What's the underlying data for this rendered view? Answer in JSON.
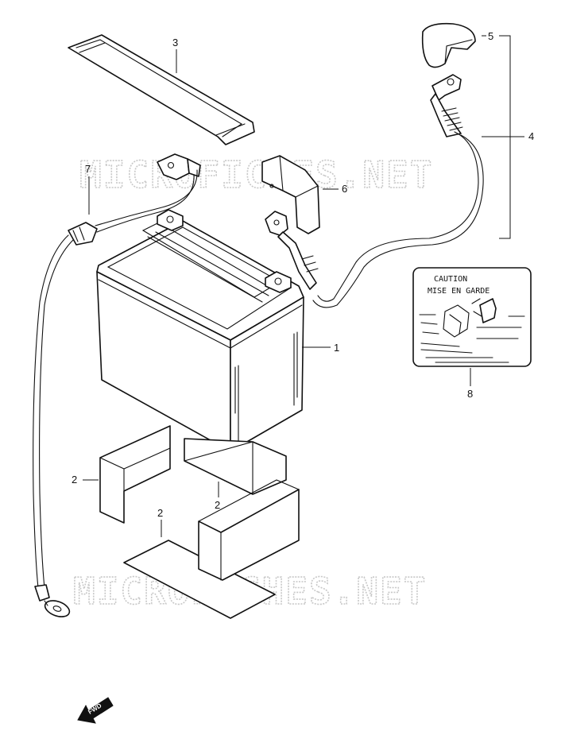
{
  "watermark": "MICROFICHES.NET",
  "callouts": {
    "battery": "1",
    "tray_left": "2",
    "tray_middle": "2",
    "tray_bottom": "2",
    "strap": "3",
    "positive_lead": "4",
    "positive_cap": "5",
    "terminal_cover": "6",
    "negative_lead": "7",
    "caution_label": "8"
  },
  "caution_label": {
    "line1": "CAUTION",
    "line2": "MISE EN GARDE"
  },
  "fwd_arrow": {
    "text": "FWD",
    "icon": "forward-arrow-icon"
  },
  "colors": {
    "line": "#111111",
    "watermark": "#c8c8c8",
    "background": "#ffffff"
  }
}
